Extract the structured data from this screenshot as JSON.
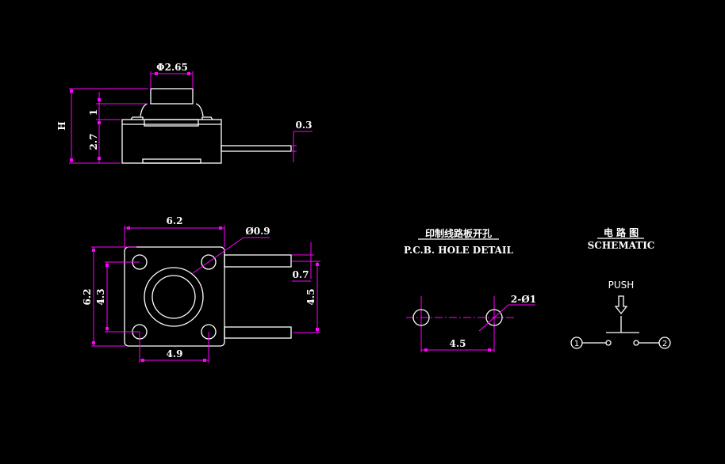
{
  "side_view": {
    "plunger_dia": "Φ2.65",
    "height": "H",
    "plunger_height": "1",
    "body_height": "2.7",
    "lead_thickness": "0.3"
  },
  "top_view": {
    "width": "6.2",
    "height": "6.2",
    "hole_dia": "Ø0.9",
    "hole_pitch_v": "4.3",
    "hole_pitch_h": "4.9",
    "lead_width": "0.7",
    "lead_pitch": "4.5"
  },
  "pcb": {
    "title_cn": "印制线路板开孔",
    "title_en": "P.C.B. HOLE DETAIL",
    "hole_label": "2-Ø1",
    "pitch": "4.5"
  },
  "schematic": {
    "title_cn": "电 路 图",
    "title_en": "SCHEMATIC",
    "push_label": "PUSH",
    "pin1": "1",
    "pin2": "2"
  },
  "colors": {
    "background": "#000000",
    "outline": "#ffffff",
    "dimension": "#ff00ff"
  }
}
